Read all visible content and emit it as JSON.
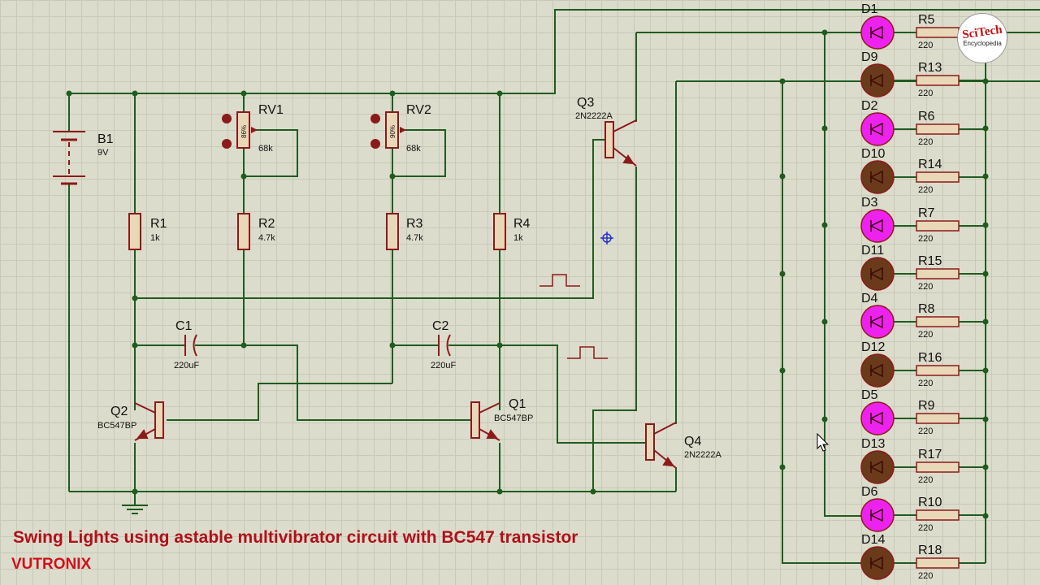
{
  "caption": "Swing Lights using astable multivibrator circuit with BC547 transistor",
  "brand": "VUTRONIX",
  "logo": {
    "line1": "SciTech",
    "line2": "Encyclopedia"
  },
  "colors": {
    "wire": "#1f5c1f",
    "component": "#8b1a1a",
    "resistor_fill": "#e8d8b8",
    "led_on": "#ee22ee",
    "led_off": "#6b3a1a"
  },
  "components": {
    "b1": {
      "ref": "B1",
      "value": "9V"
    },
    "r1": {
      "ref": "R1",
      "value": "1k"
    },
    "r2": {
      "ref": "R2",
      "value": "4.7k"
    },
    "r3": {
      "ref": "R3",
      "value": "4.7k"
    },
    "r4": {
      "ref": "R4",
      "value": "1k"
    },
    "rv1": {
      "ref": "RV1",
      "value": "68k",
      "percent": "86%"
    },
    "rv2": {
      "ref": "RV2",
      "value": "68k",
      "percent": "90%"
    },
    "c1": {
      "ref": "C1",
      "value": "220uF"
    },
    "c2": {
      "ref": "C2",
      "value": "220uF"
    },
    "q1": {
      "ref": "Q1",
      "value": "BC547BP"
    },
    "q2": {
      "ref": "Q2",
      "value": "BC547BP"
    },
    "q3": {
      "ref": "Q3",
      "value": "2N2222A"
    },
    "q4": {
      "ref": "Q4",
      "value": "2N2222A"
    }
  },
  "led_rows": [
    {
      "led": "D1",
      "res": "R5",
      "value": "220",
      "on": true
    },
    {
      "led": "D9",
      "res": "R13",
      "value": "220",
      "on": false
    },
    {
      "led": "D2",
      "res": "R6",
      "value": "220",
      "on": true
    },
    {
      "led": "D10",
      "res": "R14",
      "value": "220",
      "on": false
    },
    {
      "led": "D3",
      "res": "R7",
      "value": "220",
      "on": true
    },
    {
      "led": "D11",
      "res": "R15",
      "value": "220",
      "on": false
    },
    {
      "led": "D4",
      "res": "R8",
      "value": "220",
      "on": true
    },
    {
      "led": "D12",
      "res": "R16",
      "value": "220",
      "on": false
    },
    {
      "led": "D5",
      "res": "R9",
      "value": "220",
      "on": true
    },
    {
      "led": "D13",
      "res": "R17",
      "value": "220",
      "on": false
    },
    {
      "led": "D6",
      "res": "R10",
      "value": "220",
      "on": true
    },
    {
      "led": "D14",
      "res": "R18",
      "value": "220",
      "on": false
    }
  ]
}
